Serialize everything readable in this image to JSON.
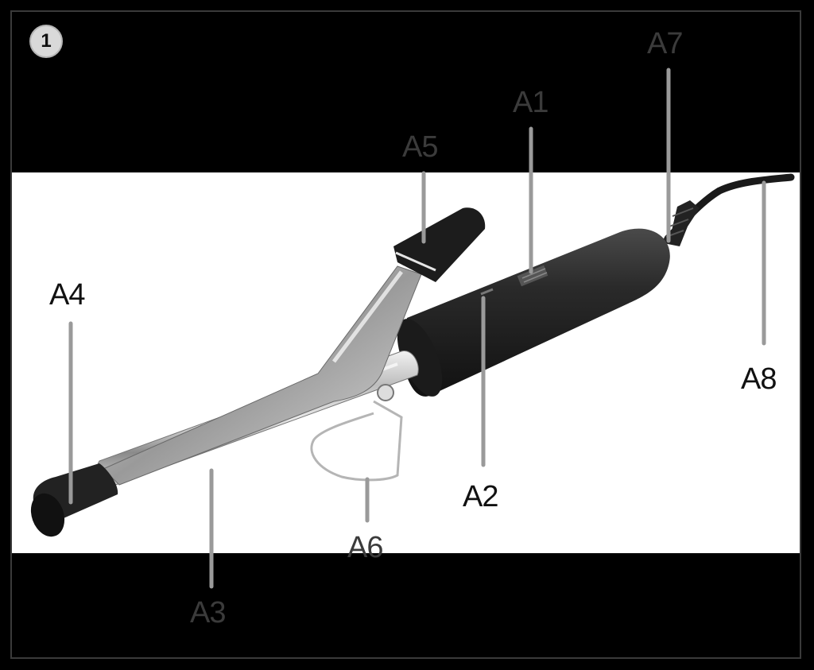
{
  "figure": {
    "number": "1",
    "callouts": [
      {
        "id": "A1",
        "text": "A1"
      },
      {
        "id": "A2",
        "text": "A2"
      },
      {
        "id": "A3",
        "text": "A3"
      },
      {
        "id": "A4",
        "text": "A4"
      },
      {
        "id": "A5",
        "text": "A5"
      },
      {
        "id": "A6",
        "text": "A6"
      },
      {
        "id": "A7",
        "text": "A7"
      },
      {
        "id": "A8",
        "text": "A8"
      }
    ]
  },
  "colors": {
    "background": "#000000",
    "photo_background": "#ffffff",
    "leader_line": "#9a9a9a",
    "label_on_white": "#111111",
    "label_on_black": "#3b3b3b"
  }
}
